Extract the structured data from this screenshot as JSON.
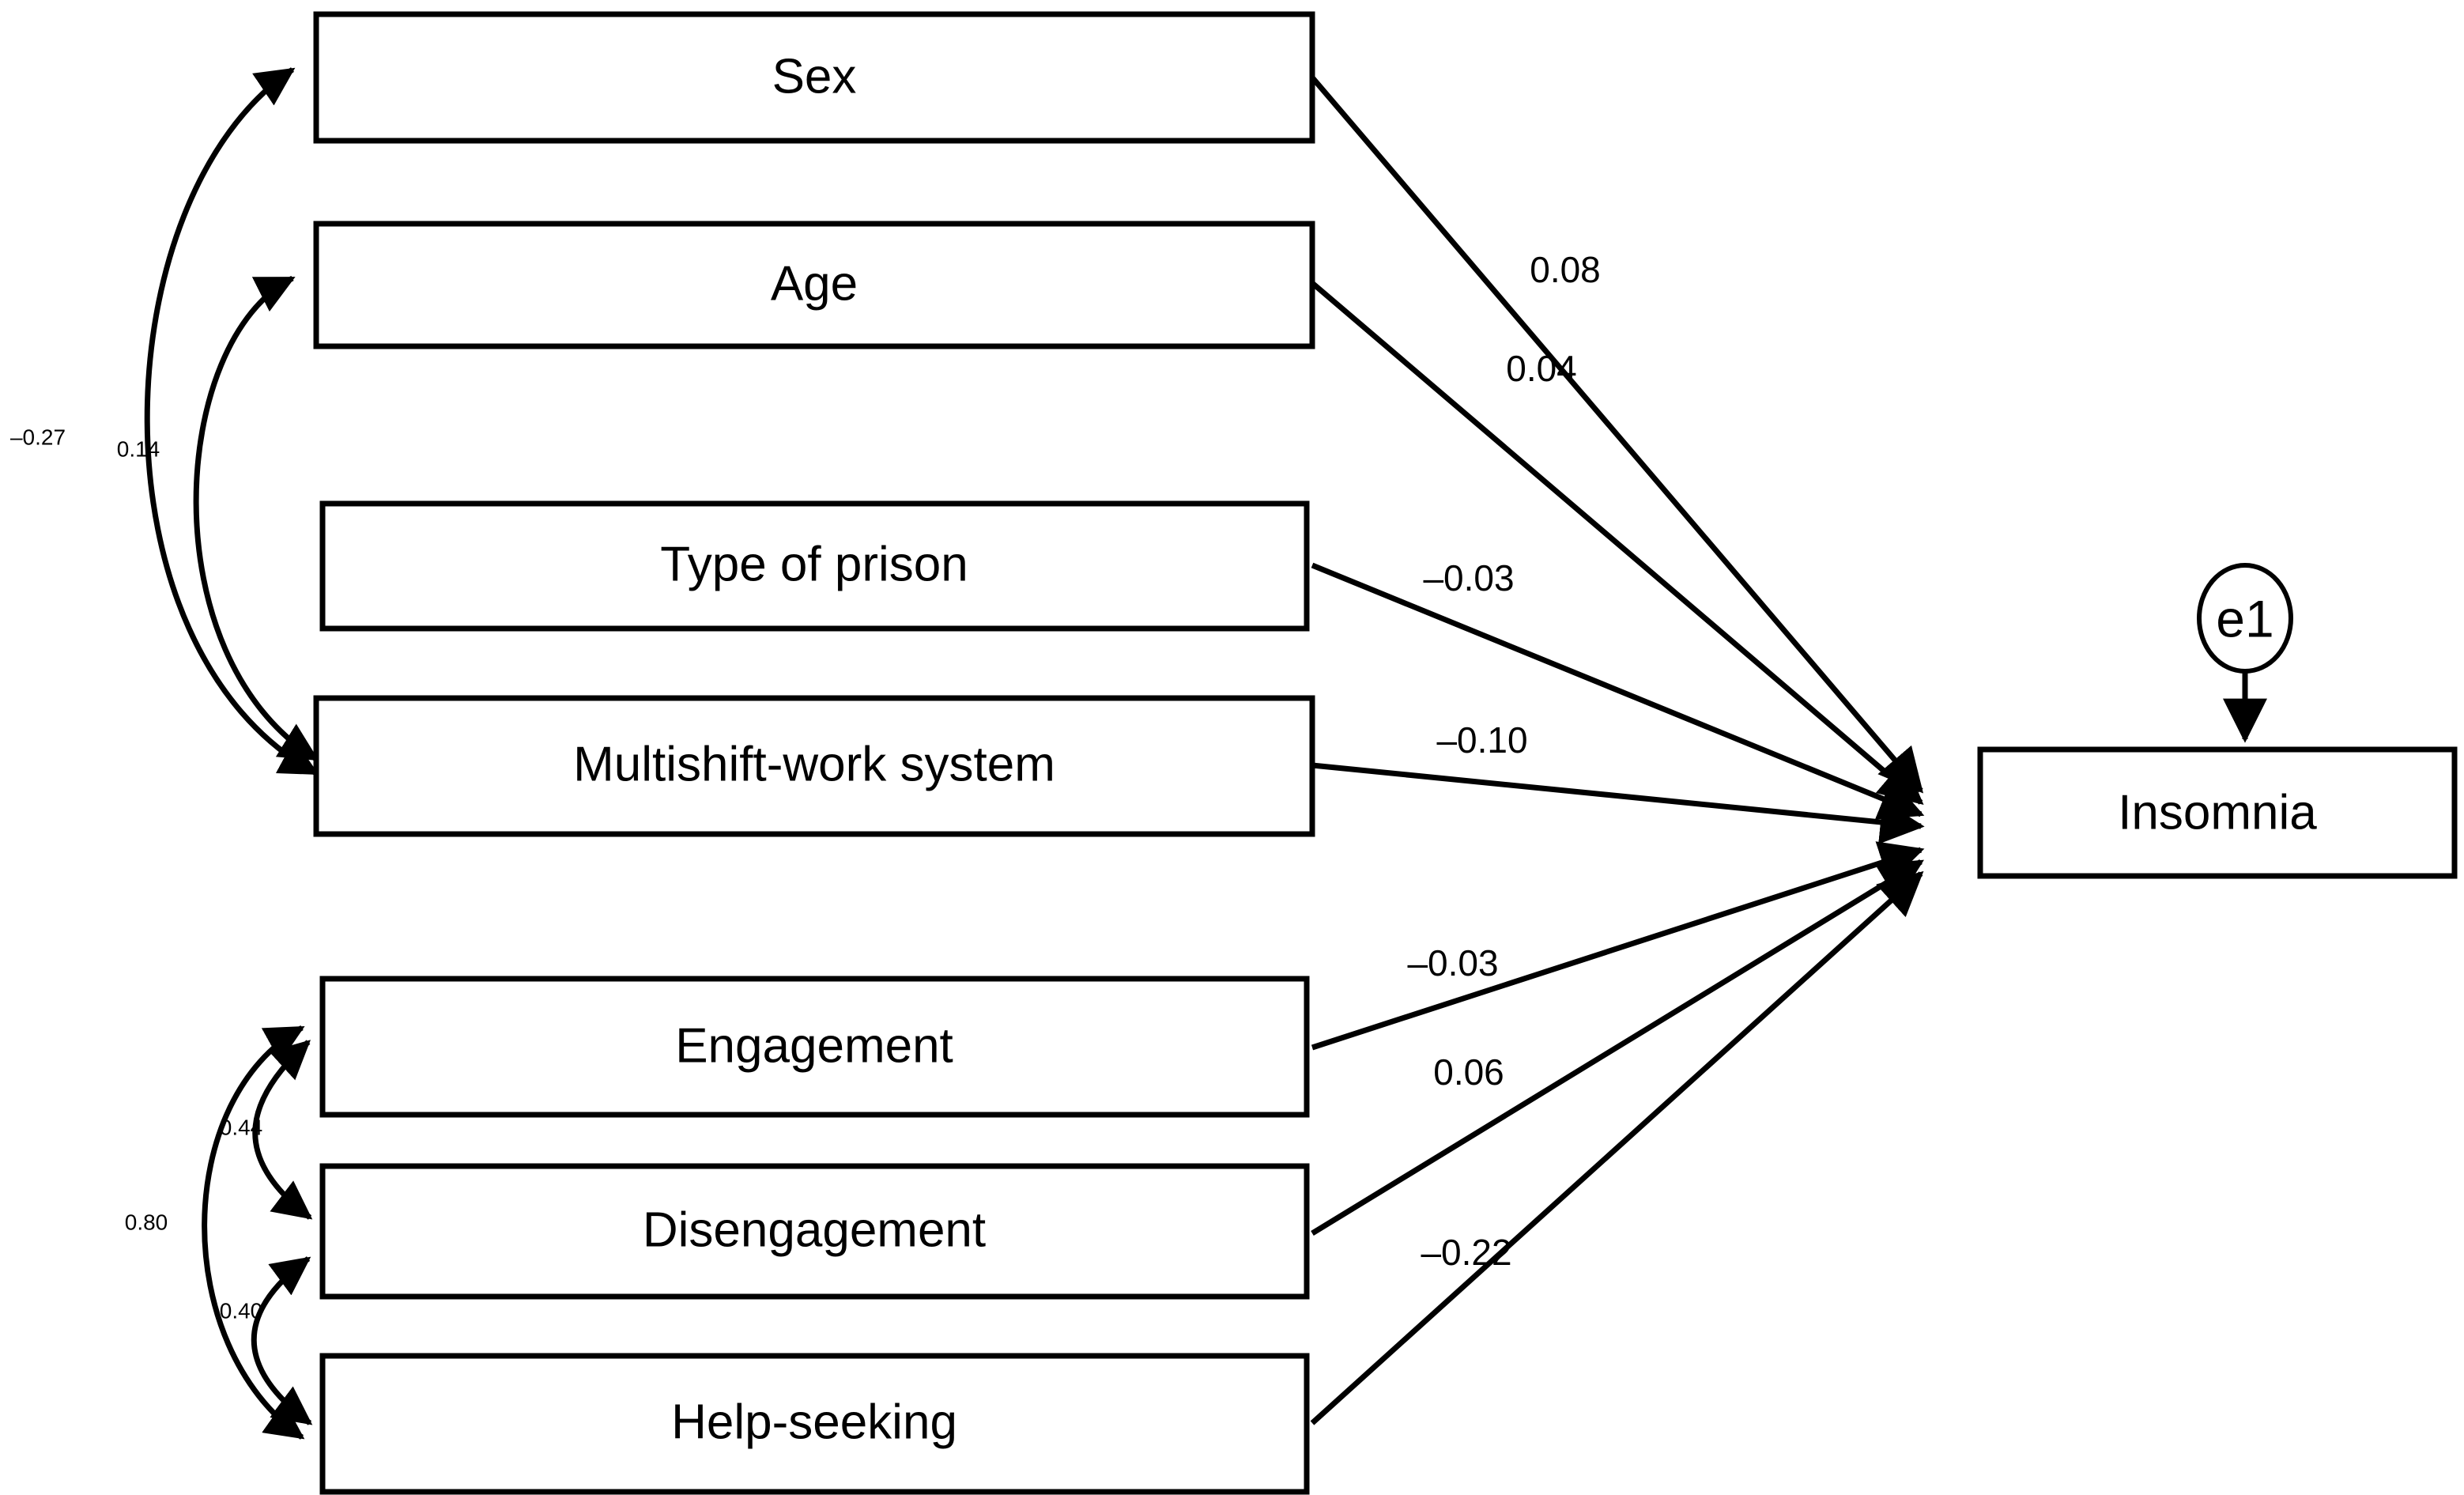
{
  "diagram": {
    "type": "path-diagram",
    "title": "",
    "outcome": {
      "label": "Insomnia",
      "shape": "rectangle"
    },
    "error_term": {
      "label": "e1",
      "shape": "ellipse",
      "points_to": "Insomnia"
    },
    "predictors": [
      {
        "id": "sex",
        "label": "Sex"
      },
      {
        "id": "age",
        "label": "Age"
      },
      {
        "id": "prison",
        "label": "Type of prison"
      },
      {
        "id": "multishift",
        "label": "Multishift-work system"
      },
      {
        "id": "engage",
        "label": "Engagement"
      },
      {
        "id": "disengage",
        "label": "Disengagement"
      },
      {
        "id": "help",
        "label": "Help-seeking"
      }
    ],
    "regression_paths": [
      {
        "from": "sex",
        "to": "Insomnia",
        "coefficient": "0.08"
      },
      {
        "from": "age",
        "to": "Insomnia",
        "coefficient": "0.04"
      },
      {
        "from": "prison",
        "to": "Insomnia",
        "coefficient": "–0.03"
      },
      {
        "from": "multishift",
        "to": "Insomnia",
        "coefficient": "–0.10"
      },
      {
        "from": "engage",
        "to": "Insomnia",
        "coefficient": "–0.03"
      },
      {
        "from": "disengage",
        "to": "Insomnia",
        "coefficient": "0.06"
      },
      {
        "from": "help",
        "to": "Insomnia",
        "coefficient": "–0.22"
      }
    ],
    "correlations": [
      {
        "between": [
          "sex",
          "multishift"
        ],
        "coefficient": "–0.27"
      },
      {
        "between": [
          "age",
          "multishift"
        ],
        "coefficient": "0.14"
      },
      {
        "between": [
          "engage",
          "disengage"
        ],
        "coefficient": "0.44"
      },
      {
        "between": [
          "engage",
          "help"
        ],
        "coefficient": "0.80"
      },
      {
        "between": [
          "disengage",
          "help"
        ],
        "coefficient": "0.40"
      }
    ],
    "colors": {
      "stroke": "#000000",
      "fill": "#ffffff",
      "text": "#000000",
      "background": "#ffffff"
    }
  }
}
